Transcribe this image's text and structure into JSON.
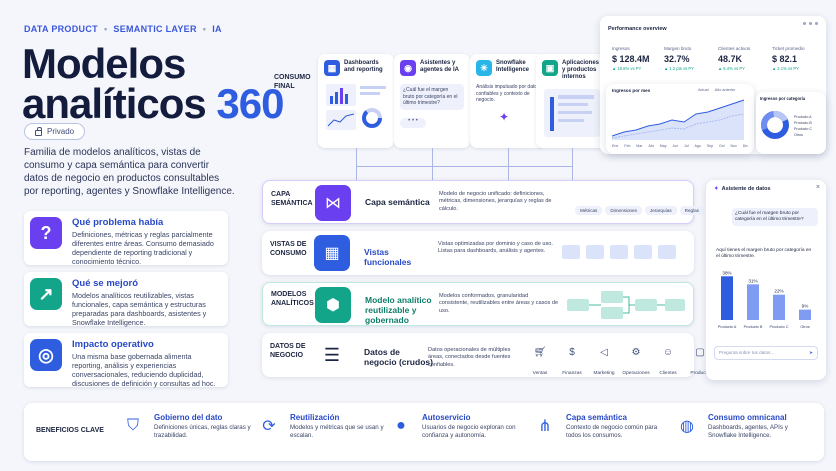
{
  "header": {
    "tag1": "DATA PRODUCT",
    "tag2": "SEMANTIC LAYER",
    "tag3": "IA",
    "sep": "•"
  },
  "title": {
    "line1": "Modelos",
    "line2": "analíticos",
    "number": "360"
  },
  "badge": "Privado",
  "description": "Familia de modelos analíticos, vistas de consumo y capa semántica para convertir datos de negocio en productos consultables por reporting, agentes y Snowflake Intelligence.",
  "cards": [
    {
      "icon": "question-icon",
      "title": "Qué problema había",
      "text": "Definiciones, métricas y reglas parcialmente diferentes entre áreas. Consumo demasiado dependiente de reporting tradicional y conocimiento técnico."
    },
    {
      "icon": "trend-icon",
      "title": "Qué se mejoró",
      "text": "Modelos analíticos reutilizables, vistas funcionales, capa semántica y estructuras preparadas para dashboards, asistentes y Snowflake Intelligence."
    },
    {
      "icon": "target-icon",
      "title": "Impacto operativo",
      "text": "Una misma base gobernada alimenta reporting, análisis y experiencias conversacionales, reduciendo duplicidad, discusiones de definición y consultas ad hoc."
    }
  ],
  "layers": {
    "consumo": {
      "label": "CONSUMO FINAL"
    },
    "semantica": {
      "label": "CAPA SEMÁNTICA",
      "name": "Capa semántica",
      "desc": "Modelo de negocio unificado: definiciones, métricas, dimensiones, jerarquías y reglas de cálculo.",
      "chips": [
        "Métricas",
        "Dimensiones",
        "Jerarquías",
        "Reglas"
      ]
    },
    "vistas": {
      "label": "VISTAS DE CONSUMO",
      "name": "Vistas funcionales",
      "desc": "Vistas optimizadas por dominio y caso de uso. Listas para dashboards, análisis y agentes."
    },
    "modelos": {
      "label": "MODELOS ANALÍTICOS",
      "name": "Modelo analítico reutilizable y gobernado",
      "desc": "Modelos conformados, granularidad consistente, reutilizables entre áreas y casos de uso."
    },
    "datos": {
      "label": "DATOS DE NEGOCIO",
      "name": "Datos de negocio (crudos)",
      "desc": "Datos operacionales de múltiples áreas, conectados desde fuentes confiables.",
      "sources": [
        "Ventas",
        "Finanzas",
        "Marketing",
        "Operaciones",
        "Clientes",
        "Producto"
      ]
    }
  },
  "consumers": [
    {
      "title": "Dashboards and reporting"
    },
    {
      "title": "Asistentes y agentes de IA",
      "text": "¿Cuál fue el margen bruto por categoría en el último trimestre?"
    },
    {
      "title": "Snowflake Intelligence",
      "text": "Análisis impulsado por datos confiables y contexto de negocio."
    },
    {
      "title": "Aplicaciones y productos internos"
    }
  ],
  "overview": {
    "title": "Performance overview",
    "kpis": [
      {
        "label": "Ingresos",
        "value": "$ 128.4M",
        "delta": "▲ 18.6% vs PY"
      },
      {
        "label": "Margen bruto",
        "value": "32.7%",
        "delta": "▲ 1.2 pts vs PY"
      },
      {
        "label": "Clientes activos",
        "value": "48.7K",
        "delta": "▲ 6.4% vs PY"
      },
      {
        "label": "Ticket promedio",
        "value": "$ 82.1",
        "delta": "▲ 2.1% vs PY"
      }
    ],
    "line_title": "Ingresos por mes",
    "legend": [
      "Actual",
      "Año anterior"
    ],
    "months": [
      "Ene",
      "Feb",
      "Mar",
      "Abr",
      "May",
      "Jun",
      "Jul",
      "Ago",
      "Sep",
      "Oct",
      "Nov",
      "Dic"
    ],
    "donut_title": "Ingresos por categoría",
    "donut_legend": [
      "Producto A",
      "Producto B",
      "Producto C",
      "Otros"
    ],
    "colors": {
      "actual": "#2f5de0",
      "previous": "#9fb2ee"
    }
  },
  "assistant": {
    "title": "Asistente de datos",
    "question": "¿Cuál fue el margen bruto por categoría en el último trimestre?",
    "answer": "Aquí tienes el margen bruto por categoría en el último trimestre.",
    "input_placeholder": "Pregunta sobre tus datos...",
    "chart_data": {
      "type": "bar",
      "categories": [
        "Producto A",
        "Producto B",
        "Producto C",
        "Otros"
      ],
      "values": [
        38,
        31,
        22,
        9
      ],
      "ylim": [
        0,
        40
      ],
      "labels": [
        "38%",
        "31%",
        "22%",
        "9%"
      ]
    }
  },
  "benefits": {
    "title": "BENEFICIOS CLAVE",
    "items": [
      {
        "icon": "shield-icon",
        "title": "Gobierno del dato",
        "text": "Definiciones únicas, reglas claras y trazabilidad."
      },
      {
        "icon": "refresh-icon",
        "title": "Reutilización",
        "text": "Modelos y métricas que se usan y escalan."
      },
      {
        "icon": "user-icon",
        "title": "Autoservicio",
        "text": "Usuarios de negocio exploran con confianza y autonomía."
      },
      {
        "icon": "network-icon",
        "title": "Capa semántica",
        "text": "Contexto de negocio común para todos los consumos."
      },
      {
        "icon": "globe-icon",
        "title": "Consumo omnicanal",
        "text": "Dashboards, agentes, APIs y Snowflake Intelligence."
      }
    ]
  }
}
